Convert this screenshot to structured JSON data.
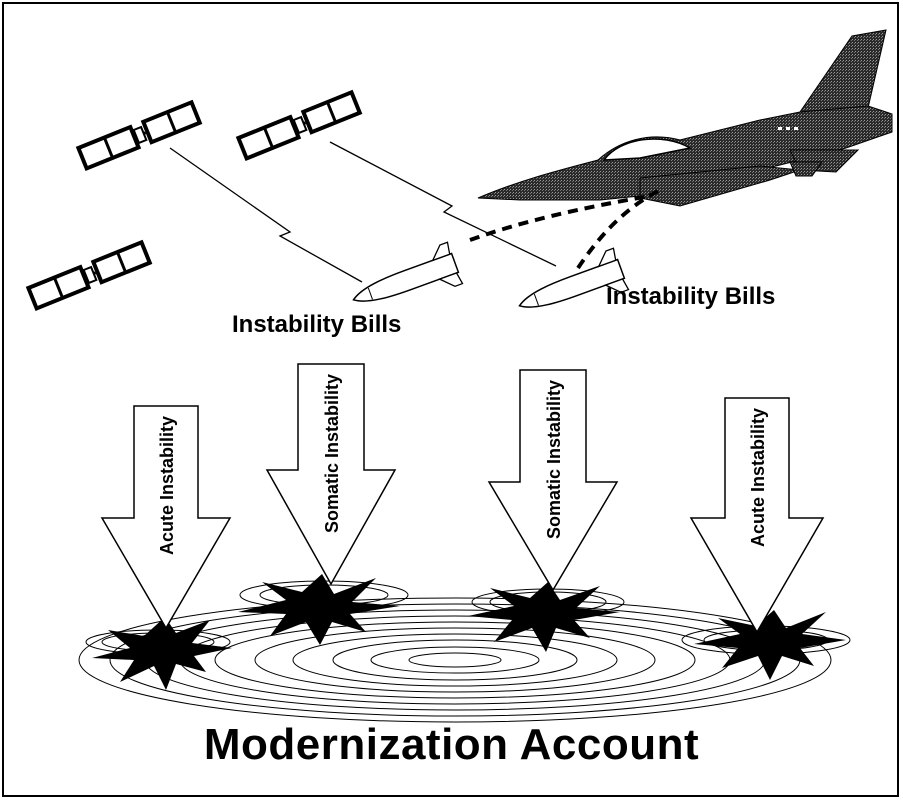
{
  "missile_labels": [
    "Instability Bills",
    "Instability Bills"
  ],
  "arrows": [
    {
      "label": "Acute Instability"
    },
    {
      "label": "Somatic Instability"
    },
    {
      "label": "Somatic Instability"
    },
    {
      "label": "Acute Instability"
    }
  ],
  "title": "Modernization Account"
}
